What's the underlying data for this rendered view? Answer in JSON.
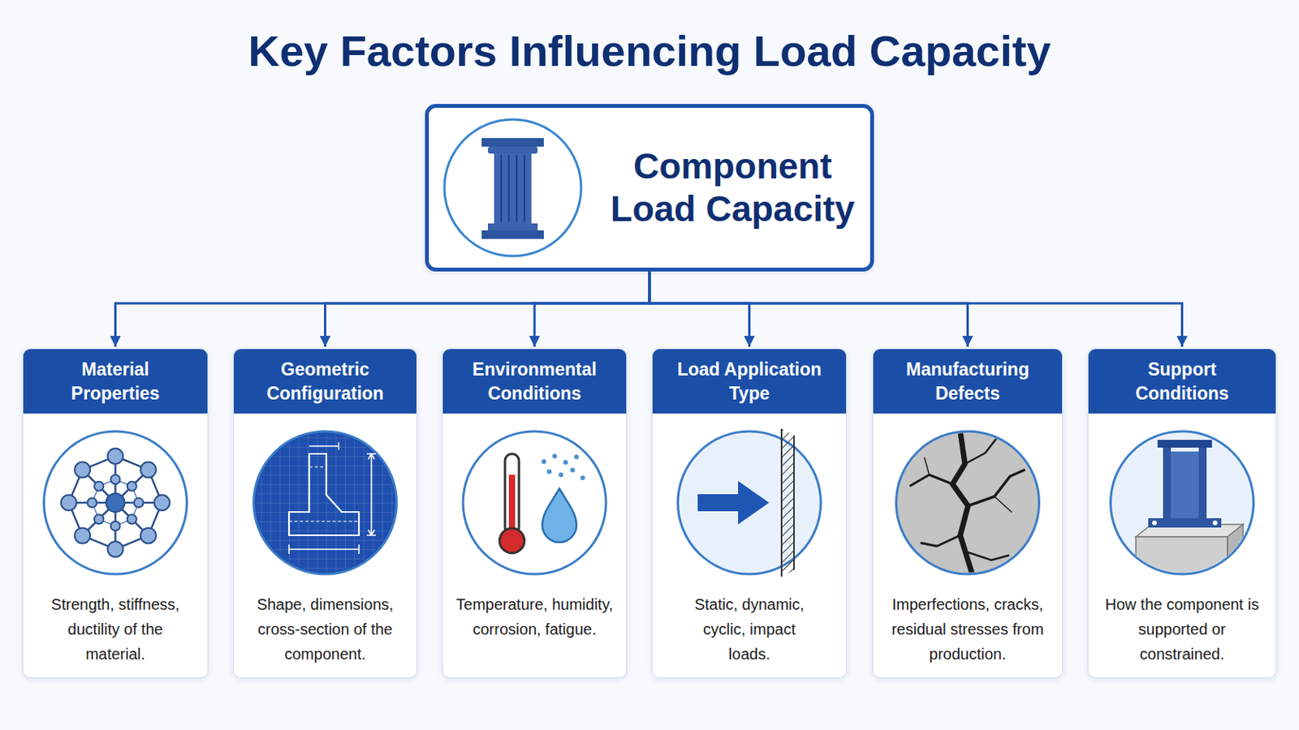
{
  "diagram": {
    "title": "Key Factors Influencing Load Capacity",
    "nodes": [
      {
        "text": [
          "Component Load Capacity"
        ]
      },
      {
        "text": [
          "Material Properties",
          "Strength, stiffness, ductility of the material."
        ]
      },
      {
        "text": [
          "Geometric Configuration",
          "Shape, dimensions, cross-section of the component."
        ]
      },
      {
        "text": [
          "Environmental Conditions",
          "Temperature, humidity, corrosion, fatigue."
        ]
      },
      {
        "text": [
          "Load Application Type",
          "Static, dynamic, cyclic, impact loads."
        ]
      },
      {
        "text": [
          "Manufacturing Defects",
          "Imperfections, cracks, residual stresses from production."
        ]
      },
      {
        "text": [
          "Support Conditions",
          "How the component is supported or constrained."
        ]
      }
    ],
    "edges": [
      {
        "from": 0,
        "to": 1,
        "arrow": "to"
      },
      {
        "from": 0,
        "to": 2,
        "arrow": "to"
      },
      {
        "from": 0,
        "to": 3,
        "arrow": "to"
      },
      {
        "from": 0,
        "to": 4,
        "arrow": "to"
      },
      {
        "from": 0,
        "to": 5,
        "arrow": "to"
      },
      {
        "from": 0,
        "to": 6,
        "arrow": "to"
      }
    ]
  }
}
